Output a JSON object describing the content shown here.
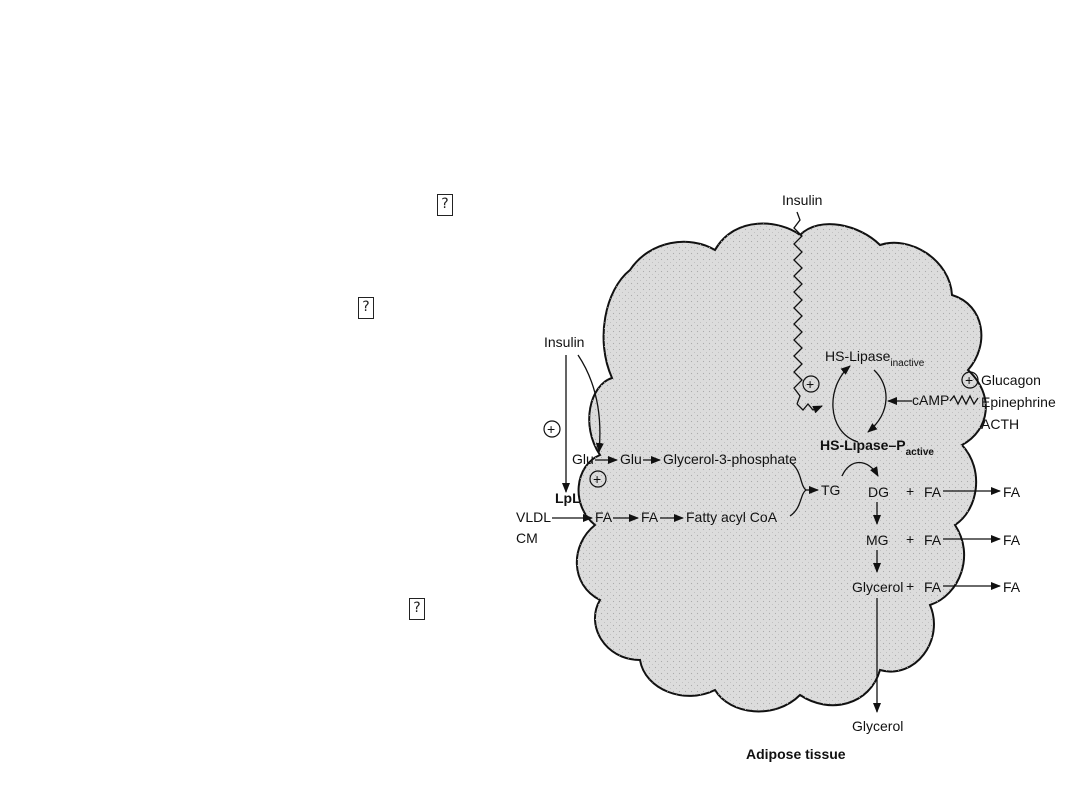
{
  "placeholder_glyphs": [
    "?",
    "?",
    "?"
  ],
  "diagram": {
    "insulin_top": "Insulin",
    "insulin_left": "Insulin",
    "plus_sign": "+",
    "hs_lipase": "HS-Lipase",
    "inactive_sub": "inactive",
    "hs_lipase_p": "HS-Lipase–P",
    "active_sub": "active",
    "camp": "cAMP",
    "glucagon": "Glucagon",
    "epinephrine": "Epinephrine",
    "acth": "ACTH",
    "glu_outside": "Glu",
    "glu_inside": "Glu",
    "glycerol_3_phosphate": "Glycerol-3-phosphate",
    "lpl": "LpL",
    "vldl": "VLDL",
    "cm": "CM",
    "fa_outside": "FA",
    "fa_inside": "FA",
    "fatty_acyl_coa": "Fatty acyl CoA",
    "tg": "TG",
    "dg": "DG",
    "mg": "MG",
    "glycerol_internal": "Glycerol",
    "plus": "+",
    "fa": "FA",
    "glycerol_out": "Glycerol",
    "caption": "Adipose tissue"
  }
}
